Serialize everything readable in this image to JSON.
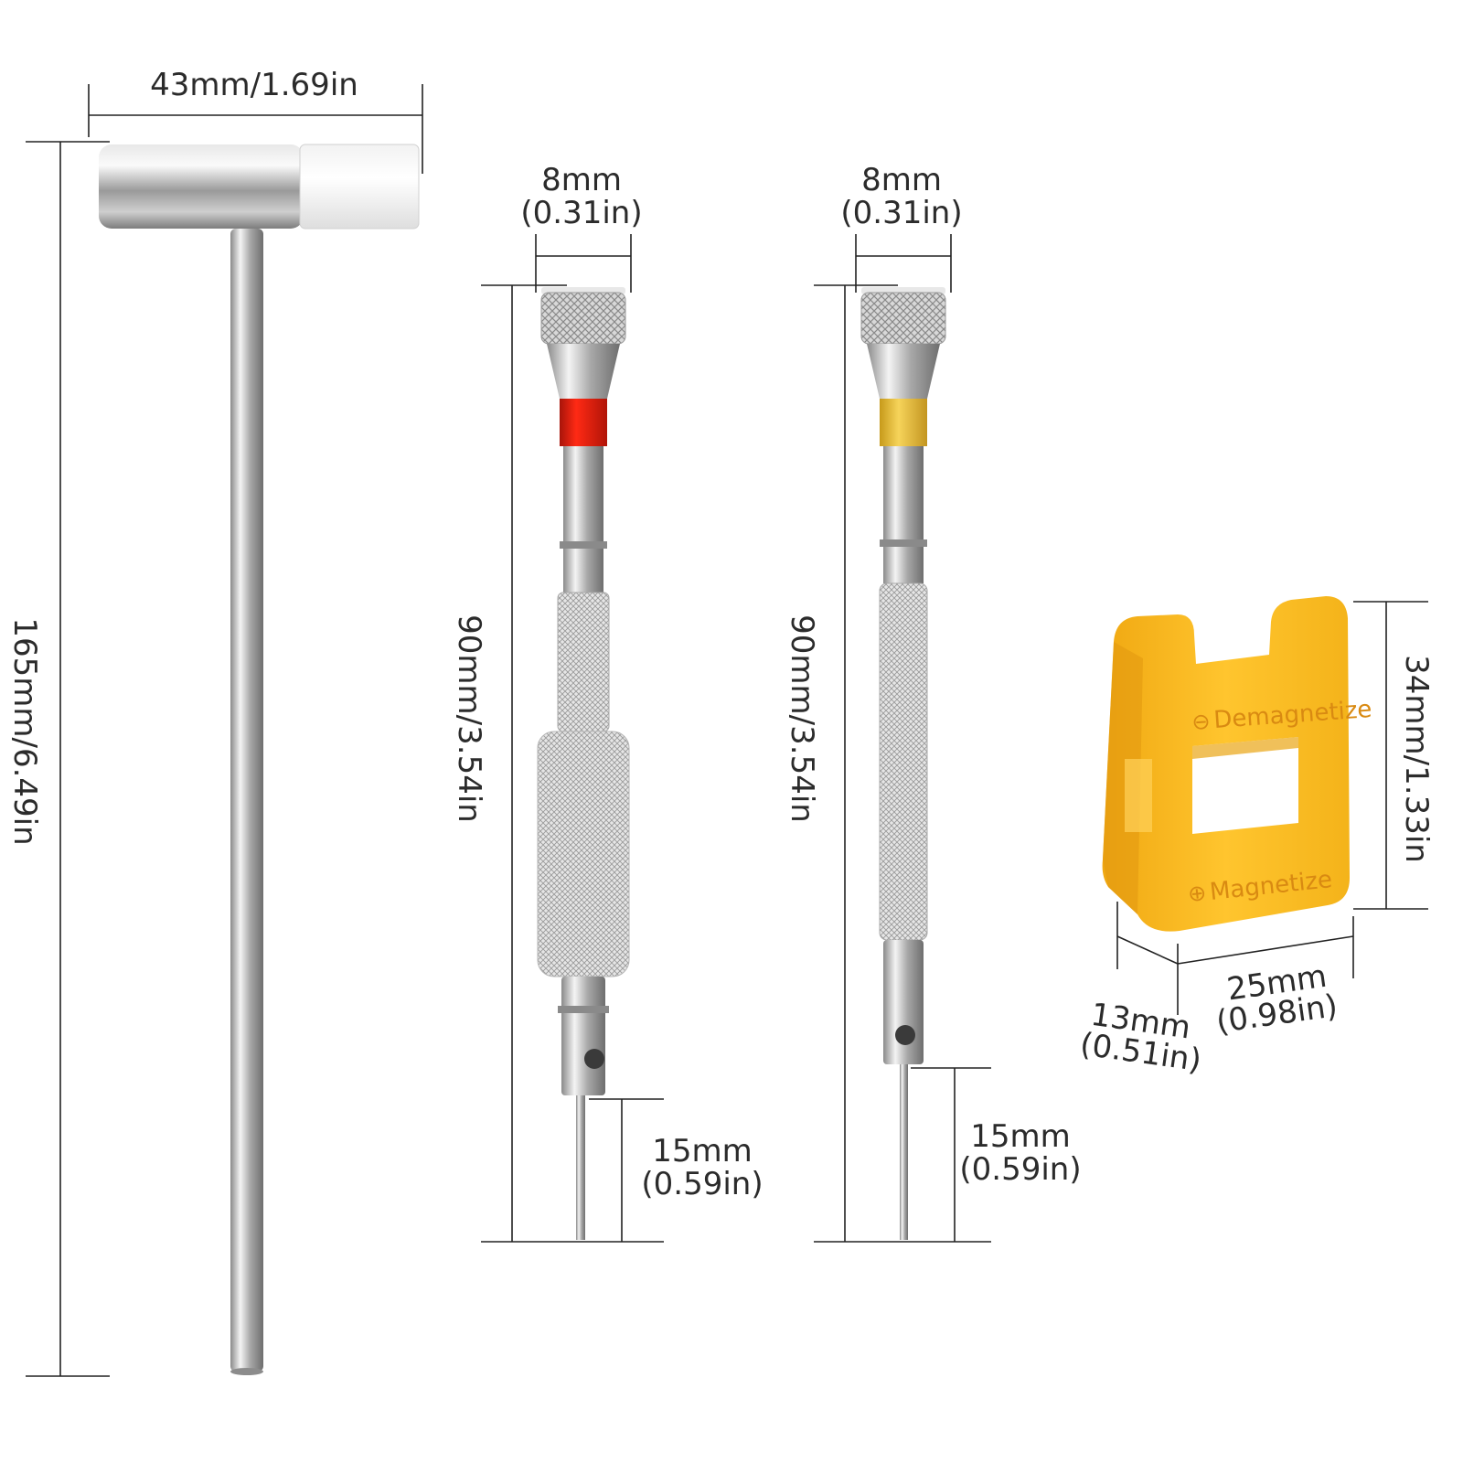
{
  "colors": {
    "background": "#ffffff",
    "steel": "#b9b9b9",
    "red_band": "#e8190c",
    "yellow_band": "#f0c83a",
    "magnetizer": "#f7b81f",
    "magnetizer_text": "#d98a12"
  },
  "hammer": {
    "head_width_label": "43mm/1.69in",
    "length_label": "165mm/6.49in"
  },
  "screwdriver_red": {
    "cap_mm": "8mm",
    "cap_in": "(0.31in)",
    "length_label": "90mm/3.54in",
    "tip_mm": "15mm",
    "tip_in": "(0.59in)"
  },
  "screwdriver_yellow": {
    "cap_mm": "8mm",
    "cap_in": "(0.31in)",
    "length_label": "90mm/3.54in",
    "tip_mm": "15mm",
    "tip_in": "(0.59in)"
  },
  "magnetizer": {
    "top_label": "Demagnetize",
    "bottom_label": "Magnetize",
    "height_label": "34mm/1.33in",
    "width_mm": "25mm",
    "width_in": "(0.98in)",
    "depth_mm": "13mm",
    "depth_in": "(0.51in)"
  }
}
